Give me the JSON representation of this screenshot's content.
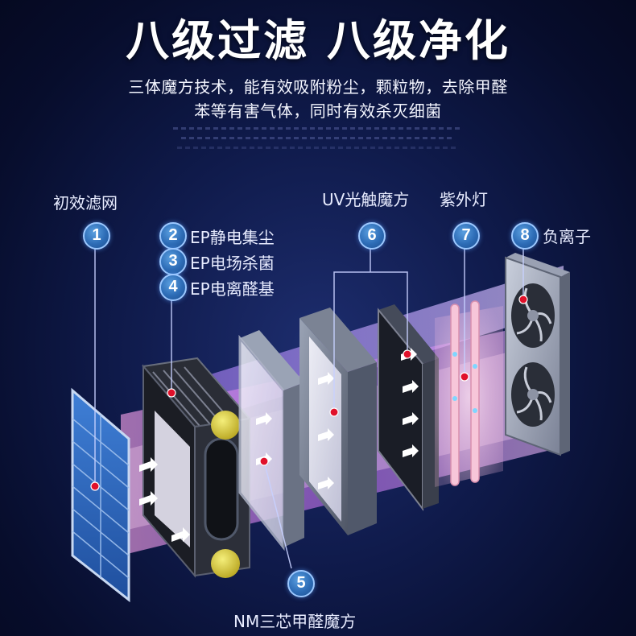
{
  "title": "八级过滤 八级净化",
  "subtitle_line1": "三体魔方技术，能有效吸附粉尘，颗粒物，去除甲醛",
  "subtitle_line2": "苯等有害气体，同时有效杀灭细菌",
  "stages": [
    {
      "num": "1",
      "label": "初效滤网"
    },
    {
      "num": "2",
      "label": "EP静电集尘"
    },
    {
      "num": "3",
      "label": "EP电场杀菌"
    },
    {
      "num": "4",
      "label": "EP电离醛基"
    },
    {
      "num": "5",
      "label": "NM三芯甲醛魔方"
    },
    {
      "num": "6",
      "label": "UV光触魔方"
    },
    {
      "num": "7",
      "label": "紫外灯"
    },
    {
      "num": "8",
      "label": "负离子"
    }
  ],
  "colors": {
    "background": "#0f1a4a",
    "badge": "#2d6cb6",
    "airflow_pink": "#e78fe0",
    "airflow_violet": "#9a6cf0",
    "marker_red": "#e0102a"
  },
  "icons": [
    "fan-icon",
    "uv-lamp-icon",
    "airflow-arrow-icon"
  ]
}
